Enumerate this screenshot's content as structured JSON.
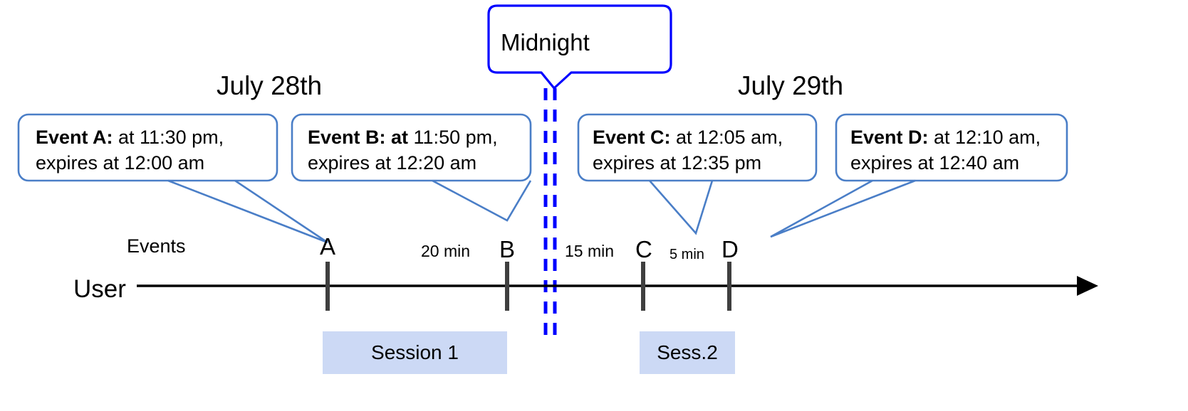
{
  "diagram": {
    "title_note": "Midnight session split timeline",
    "midnight_label": "Midnight",
    "dates": [
      {
        "label": "July 28th"
      },
      {
        "label": "July 29th"
      }
    ],
    "row_labels": {
      "events": "Events",
      "user": "User"
    },
    "callouts": [
      {
        "id": "event-a",
        "bold": "Event A:",
        "line1_rest": " at 11:30 pm,",
        "line2": "expires at 12:00 am"
      },
      {
        "id": "event-b",
        "bold": "Event B: at",
        "line1_rest": " 11:50 pm,",
        "line2": "expires at 12:20 am"
      },
      {
        "id": "event-c",
        "bold": "Event C:",
        "line1_rest": " at 12:05 am,",
        "line2": "expires at 12:35 pm"
      },
      {
        "id": "event-d",
        "bold": "Event D:",
        "line1_rest": "  at 12:10 am,",
        "line2": "expires at 12:40 am"
      }
    ],
    "event_markers": [
      {
        "letter": "A"
      },
      {
        "letter": "B"
      },
      {
        "letter": "C"
      },
      {
        "letter": "D"
      }
    ],
    "gaps": [
      {
        "label": "20 min"
      },
      {
        "label": "15 min"
      },
      {
        "label": "5 min"
      }
    ],
    "sessions": [
      {
        "label": "Session 1"
      },
      {
        "label": "Sess.2"
      }
    ],
    "colors": {
      "callout_border": "#4a7ec7",
      "midnight_border": "#0000ff",
      "midnight_dash": "#0000ff",
      "session_fill": "#ccd9f5",
      "axis": "#000000",
      "tick": "#3f3f3f"
    }
  }
}
